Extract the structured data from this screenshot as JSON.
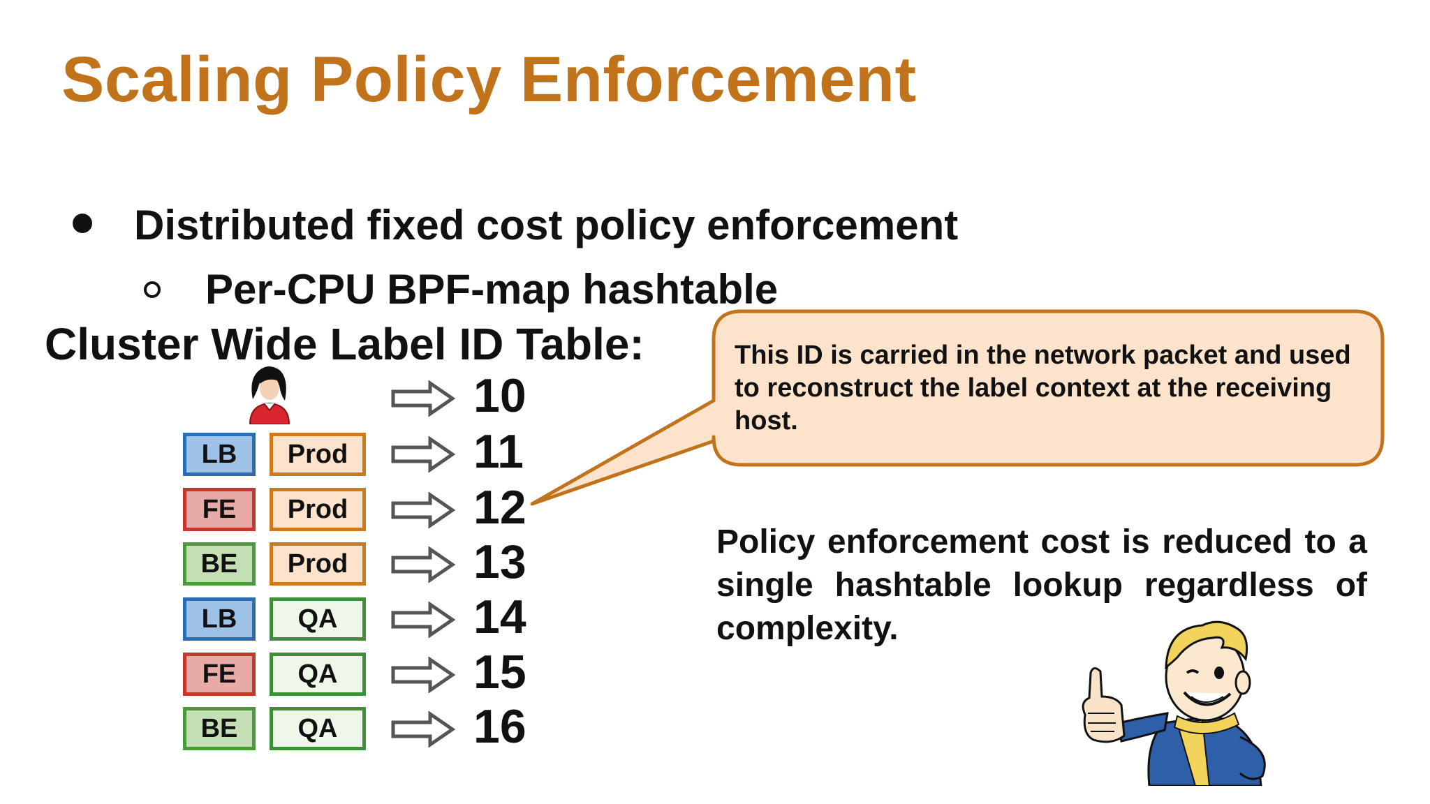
{
  "slide": {
    "title": "Scaling Policy Enforcement",
    "bullets": [
      "Distributed fixed cost policy enforcement",
      "Per-CPU BPF-map hashtable"
    ],
    "table_heading": "Cluster Wide Label ID Table:"
  },
  "label_table": {
    "first_row": {
      "identity_icon": "person-icon",
      "id": "10"
    },
    "rows": [
      {
        "role": "LB",
        "env": "Prod",
        "id": "11"
      },
      {
        "role": "FE",
        "env": "Prod",
        "id": "12"
      },
      {
        "role": "BE",
        "env": "Prod",
        "id": "13"
      },
      {
        "role": "LB",
        "env": "QA",
        "id": "14"
      },
      {
        "role": "FE",
        "env": "QA",
        "id": "15"
      },
      {
        "role": "BE",
        "env": "QA",
        "id": "16"
      }
    ]
  },
  "callout": {
    "text": "This ID is carried in the network packet and used to reconstruct the label context at the receiving host."
  },
  "summary": "Policy enforcement cost is reduced to a single hashtable lookup regardless of complexity.",
  "colors": {
    "title": "#c0731a",
    "callout_fill": "#fde3cb",
    "callout_border": "#c0731a",
    "lb": "#2a6db5",
    "fe": "#c0392b",
    "be": "#4c9a3c",
    "prod": "#cc7a1f",
    "qa": "#3f8f3a"
  }
}
